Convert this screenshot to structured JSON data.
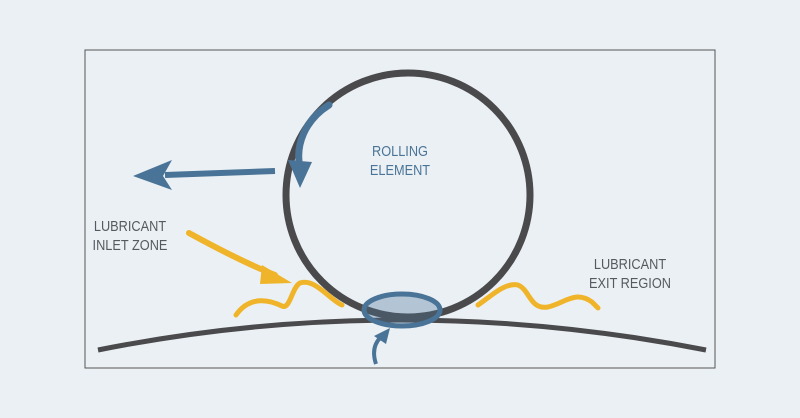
{
  "diagram": {
    "rolling_element": {
      "line1": "ROLLING",
      "line2": "ELEMENT"
    },
    "inlet": {
      "line1": "LUBRICANT",
      "line2": "INLET ZONE"
    },
    "exit": {
      "line1": "LUBRICANT",
      "line2": "EXIT REGION"
    }
  },
  "colors": {
    "blue": "#4a7497",
    "yellow": "#f0b42a",
    "gray": "#4a4a4c",
    "text_gray": "#555a60",
    "background": "#ebf0f4"
  }
}
